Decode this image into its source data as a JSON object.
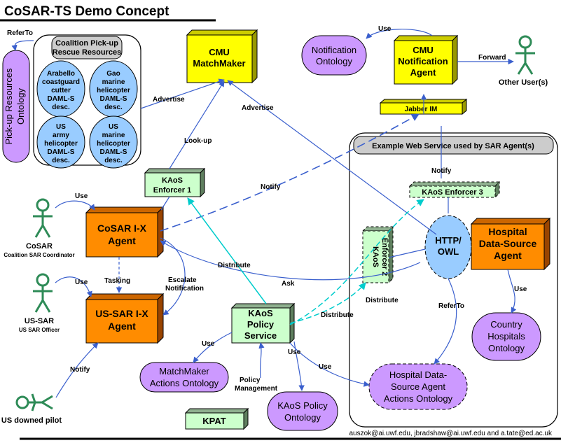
{
  "title": "CoSAR-TS Demo Concept",
  "footer": "auszok@ai.uwf.edu, jbradshaw@ai.uwf.edu and a.tate@ed.ac.uk",
  "colors": {
    "yellow": "#ffff00",
    "orange": "#ff8c00",
    "purple": "#cc99ff",
    "green": "#ccffcc",
    "blue": "#99ccff",
    "arrow": "#3a5fcd",
    "cyan": "#00e5e5"
  },
  "groups": {
    "pickup_title_line1": "Coalition Pick-up",
    "pickup_title_line2": "Rescue Resources",
    "webservice_title": "Example Web Service used by SAR Agent(s)"
  },
  "resources": {
    "r1": [
      "Arabello",
      "coastguard",
      "cutter",
      "DAML-S",
      "desc."
    ],
    "r2": [
      "Gao",
      "marine",
      "helicopter",
      "DAML-S",
      "desc."
    ],
    "r3": [
      "US",
      "army",
      "helicopter",
      "DAML-S",
      "desc."
    ],
    "r4": [
      "US",
      "marine",
      "helicopter",
      "DAML-S",
      "desc."
    ]
  },
  "nodes": {
    "cmu_matchmaker": [
      "CMU",
      "MatchMaker"
    ],
    "cmu_notification": [
      "CMU",
      "Notification",
      "Agent"
    ],
    "jabber": "Jabber IM",
    "kaos_enforcer1": [
      "KAoS",
      "Enforcer 1"
    ],
    "kaos_enforcer2": [
      "KAoS",
      "Enforcer 2"
    ],
    "kaos_enforcer3": "KAoS Enforcer 3",
    "cosar_agent": [
      "CoSAR I-X",
      "Agent"
    ],
    "ussar_agent": [
      "US-SAR I-X",
      "Agent"
    ],
    "kaos_policy": [
      "KAoS",
      "Policy",
      "Service"
    ],
    "kpat": "KPAT",
    "http_owl": [
      "HTTP/",
      "OWL"
    ],
    "hospital_agent": [
      "Hospital",
      "Data-Source",
      "Agent"
    ]
  },
  "ontologies": {
    "pickup": [
      "Pick-up Resources",
      "Ontology"
    ],
    "notification": [
      "Notification",
      "Ontology"
    ],
    "matchmaker_actions": [
      "MatchMaker",
      "Actions Ontology"
    ],
    "kaos_policy": [
      "KAoS Policy",
      "Ontology"
    ],
    "country_hospitals": [
      "Country",
      "Hospitals",
      "Ontology"
    ],
    "hospital_actions": [
      "Hospital Data-",
      "Source Agent",
      "Actions Ontology"
    ]
  },
  "actors": {
    "other_users": "Other User(s)",
    "cosar_name": "CoSAR",
    "cosar_role": "Coalition SAR Coordinator",
    "ussar_name": "US-SAR",
    "ussar_role": "US SAR Officer",
    "pilot": "US downed pilot"
  },
  "edges": {
    "refer_to_top": "ReferTo",
    "use_top": "Use",
    "forward": "Forward",
    "advertise_left": "Advertise",
    "advertise_right": "Advertise",
    "look_up": "Look-up",
    "notify_enf": "Notify",
    "notify_ws": "Notify",
    "use_cosar": "Use",
    "tasking": "Tasking",
    "escalate_line1": "Escalate",
    "escalate_line2": "Notification",
    "use_ussar": "Use",
    "distribute_1": "Distribute",
    "distribute_2": "Distribute",
    "distribute_3": "Distribute",
    "ask": "Ask",
    "use_mm": "Use",
    "policy_mgmt_line1": "Policy",
    "policy_mgmt_line2": "Management",
    "use_kaos_ont": "Use",
    "use_hosp_act": "Use",
    "refer_to_ws": "ReferTo",
    "use_country": "Use",
    "notify_pilot": "Notify"
  }
}
